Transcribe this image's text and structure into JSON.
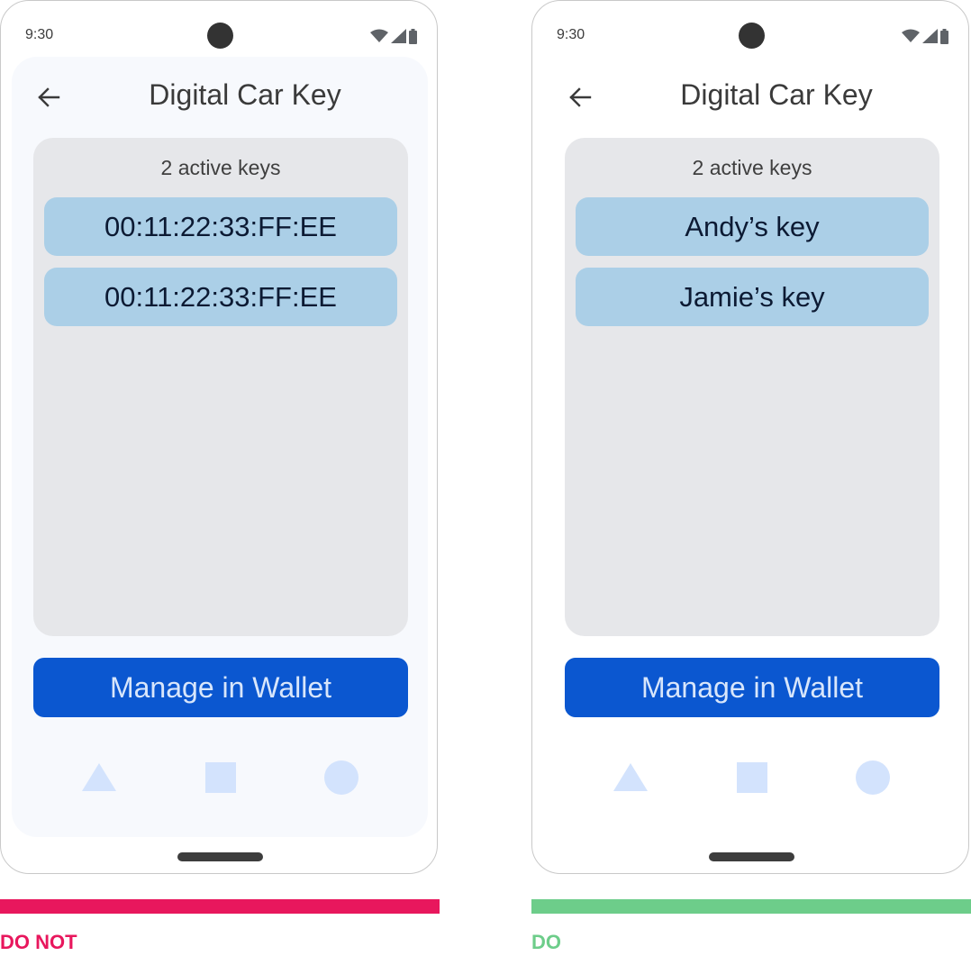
{
  "colors": {
    "dont": "#e8175d",
    "do": "#6dcd8a"
  },
  "icons": {
    "back": "arrow-left-icon",
    "wifi": "wifi-icon",
    "signal": "signal-icon",
    "battery": "battery-icon",
    "nav_back": "triangle-icon",
    "nav_home": "square-icon",
    "nav_recent": "circle-icon"
  },
  "panels": [
    {
      "status_time": "9:30",
      "title": "Digital Car Key",
      "keys_count": "2 active keys",
      "keys": [
        "00:11:22:33:FF:EE",
        "00:11:22:33:FF:EE"
      ],
      "action_label": "Manage in Wallet",
      "verdict": "DO NOT"
    },
    {
      "status_time": "9:30",
      "title": "Digital Car Key",
      "keys_count": "2 active keys",
      "keys": [
        "Andy’s key",
        "Jamie’s key"
      ],
      "action_label": "Manage in Wallet",
      "verdict": "DO"
    }
  ]
}
